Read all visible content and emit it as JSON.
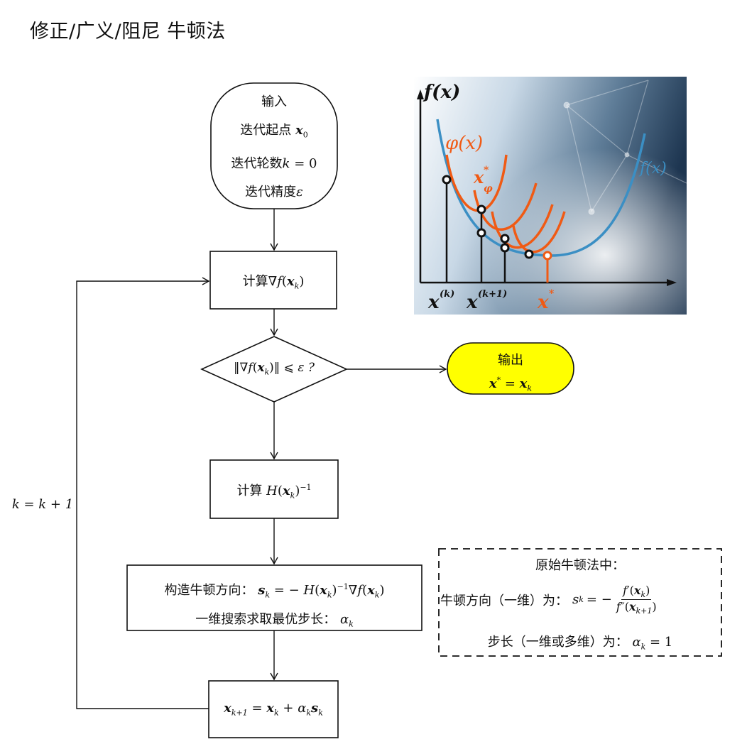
{
  "title": "修正/广义/阻尼 牛顿法",
  "flowchart": {
    "start": {
      "line1": "输入",
      "line2": "迭代起点",
      "line3": "迭代轮数",
      "line4": "迭代精度"
    },
    "grad_box": {
      "label": "计算"
    },
    "decision": {
      "label": "?"
    },
    "output": {
      "label": "输出"
    },
    "hessian_box": {
      "label": "计算"
    },
    "direction_box": {
      "line1": "构造牛顿方向：",
      "line2": "一维搜索求取最优步长："
    },
    "update_box": {},
    "loop_label": "k = k + 1"
  },
  "note_box": {
    "title": "原始牛顿法中：",
    "line1": "牛顿方向（一维）为：",
    "line2": "步长（一维或多维）为："
  },
  "illustration": {
    "y_label": "f(x)",
    "phi_label": "φ(x)",
    "curve_label": "f(x)",
    "xk": "x",
    "xk_sup": "(k)",
    "xk1": "x",
    "xk1_sup": "(k+1)",
    "xstar": "x",
    "xstar_sup": "*",
    "xphi": "x"
  },
  "colors": {
    "output_fill": "#ffff00",
    "curve_blue": "#3b8fc4",
    "curve_orange": "#f05a14",
    "bg_dark": "#1d3550"
  }
}
